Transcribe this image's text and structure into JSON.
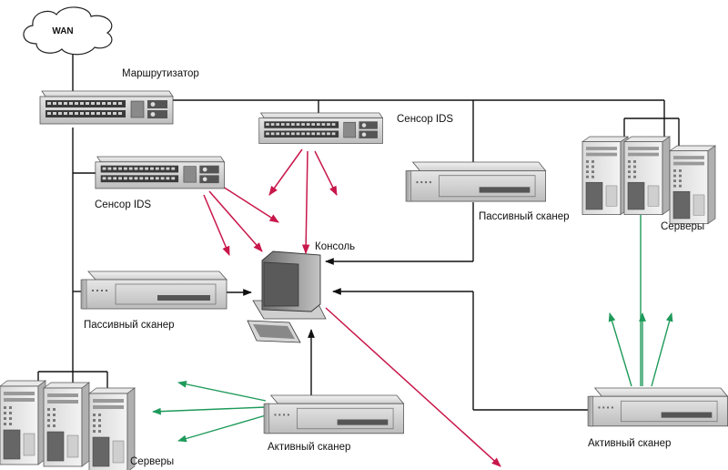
{
  "labels": {
    "wan": "WAN",
    "router": "Маршрутизатор",
    "ids_sensor_top": "Сенсор IDS",
    "ids_sensor_left": "Сенсор IDS",
    "console": "Консоль",
    "passive_scanner_right": "Пассивный сканер",
    "passive_scanner_left": "Пассивный сканер",
    "servers_right": "Серверы",
    "servers_left": "Серверы",
    "active_scanner_center": "Активный сканер",
    "active_scanner_right": "Активный сканер"
  },
  "colors": {
    "ids_link": "#c8174a",
    "scan_link": "#1e9a5a",
    "network_link": "#111111"
  },
  "icons": {
    "cloud": "cloud-icon",
    "router": "router-device",
    "switch": "ids-sensor-device",
    "scanner": "scanner-device",
    "server": "server-tower",
    "console": "console-computer"
  }
}
